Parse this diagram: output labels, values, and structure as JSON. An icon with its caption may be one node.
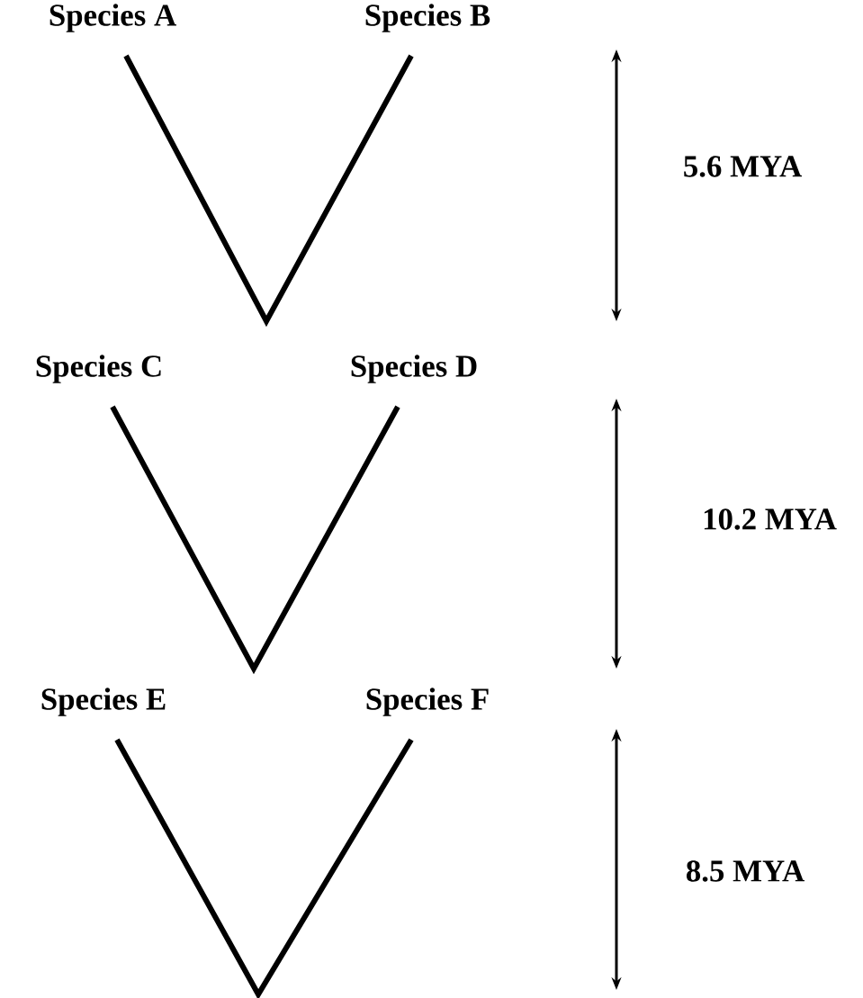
{
  "diagram": {
    "nodes": [
      {
        "text": [
          "Species A"
        ]
      },
      {
        "text": [
          "Species B"
        ]
      },
      {
        "text": [
          "Species C"
        ]
      },
      {
        "text": [
          "Species D"
        ]
      },
      {
        "text": [
          "Species E"
        ]
      },
      {
        "text": [
          "Species F"
        ]
      }
    ],
    "edges": [
      {
        "from": 0,
        "to": 1,
        "arrow": "none"
      },
      {
        "from": 2,
        "to": 3,
        "arrow": "none"
      },
      {
        "from": 4,
        "to": 5,
        "arrow": "none"
      }
    ],
    "labels": [
      "5.6 MYA",
      "10.2 MYA",
      "8.5 MYA"
    ]
  }
}
